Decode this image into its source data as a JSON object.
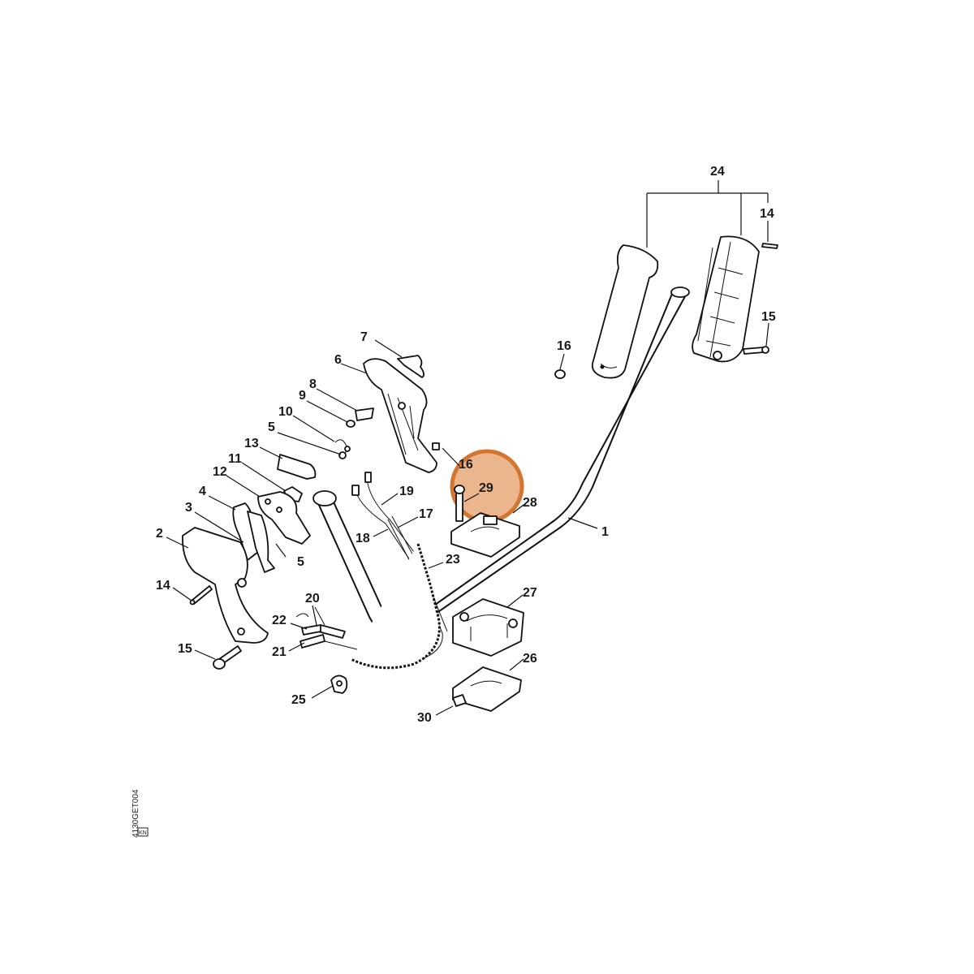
{
  "diagram": {
    "part_labels": [
      {
        "id": "p1",
        "text": "1"
      },
      {
        "id": "p2",
        "text": "2"
      },
      {
        "id": "p3",
        "text": "3"
      },
      {
        "id": "p4",
        "text": "4"
      },
      {
        "id": "p5a",
        "text": "5"
      },
      {
        "id": "p5b",
        "text": "5"
      },
      {
        "id": "p6",
        "text": "6"
      },
      {
        "id": "p7",
        "text": "7"
      },
      {
        "id": "p8",
        "text": "8"
      },
      {
        "id": "p9",
        "text": "9"
      },
      {
        "id": "p10",
        "text": "10"
      },
      {
        "id": "p11",
        "text": "11"
      },
      {
        "id": "p12",
        "text": "12"
      },
      {
        "id": "p13",
        "text": "13"
      },
      {
        "id": "p14a",
        "text": "14"
      },
      {
        "id": "p14b",
        "text": "14"
      },
      {
        "id": "p15a",
        "text": "15"
      },
      {
        "id": "p15b",
        "text": "15"
      },
      {
        "id": "p16a",
        "text": "16"
      },
      {
        "id": "p16b",
        "text": "16"
      },
      {
        "id": "p17",
        "text": "17"
      },
      {
        "id": "p18",
        "text": "18"
      },
      {
        "id": "p19",
        "text": "19"
      },
      {
        "id": "p20",
        "text": "20"
      },
      {
        "id": "p21",
        "text": "21"
      },
      {
        "id": "p22",
        "text": "22"
      },
      {
        "id": "p23",
        "text": "23"
      },
      {
        "id": "p24",
        "text": "24"
      },
      {
        "id": "p25",
        "text": "25"
      },
      {
        "id": "p26",
        "text": "26"
      },
      {
        "id": "p27",
        "text": "27"
      },
      {
        "id": "p28",
        "text": "28"
      },
      {
        "id": "p29",
        "text": "29"
      },
      {
        "id": "p30",
        "text": "30"
      }
    ],
    "highlight": {
      "part": "29",
      "color": "#e8a97a",
      "ring_color": "#d4762f"
    },
    "vertical_code": "4130GET004",
    "code_box": "KN"
  }
}
